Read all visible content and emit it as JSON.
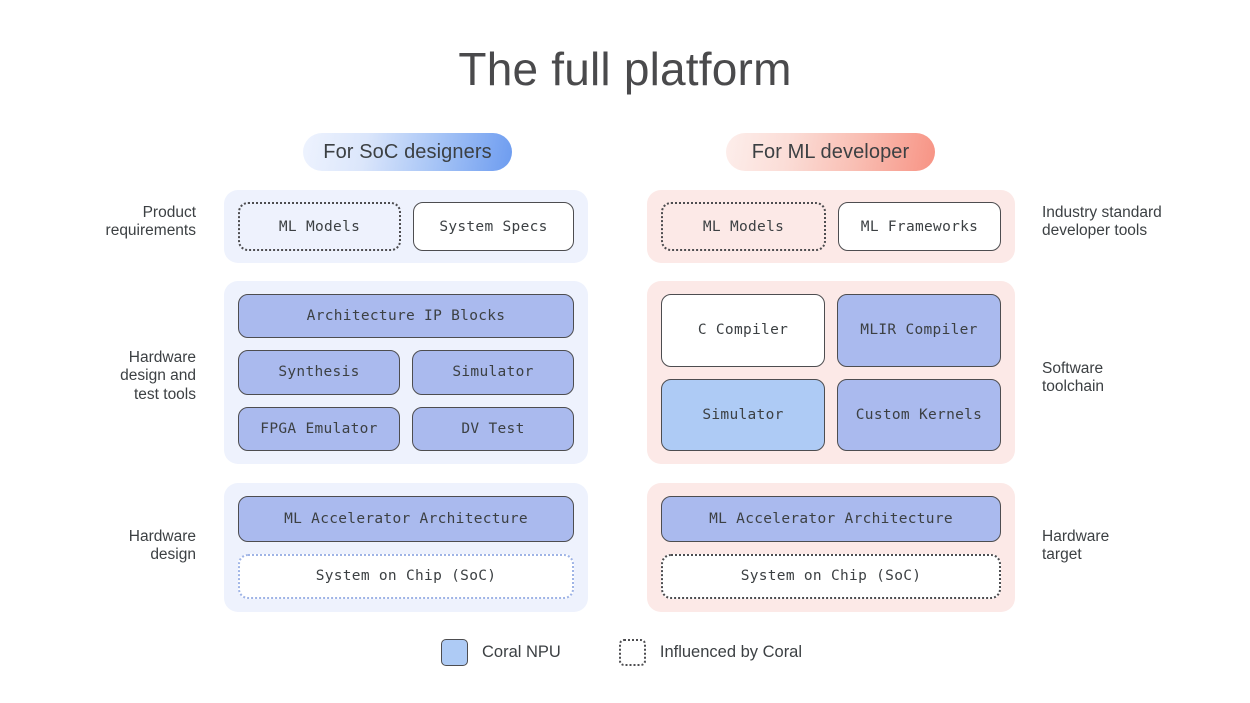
{
  "title": "The full platform",
  "columns": {
    "left": {
      "pill": "For SoC designers",
      "labels": {
        "product": "Product\nrequirements",
        "hardware_tools": "Hardware\ndesign and\ntest tools",
        "hardware_design": "Hardware\ndesign"
      },
      "panels": [
        {
          "name": "product-requirements",
          "theme": "blue",
          "rows": [
            [
              {
                "label": "ML Models",
                "fill": "none",
                "border": "dotted"
              },
              {
                "label": "System Specs",
                "fill": "white",
                "border": "solid"
              }
            ]
          ]
        },
        {
          "name": "hardware-design-and-test-tools",
          "theme": "blue",
          "rows": [
            [
              {
                "label": "Architecture IP Blocks",
                "fill": "blue",
                "border": "solid"
              }
            ],
            [
              {
                "label": "Synthesis",
                "fill": "blue",
                "border": "solid"
              },
              {
                "label": "Simulator",
                "fill": "blue",
                "border": "solid"
              }
            ],
            [
              {
                "label": "FPGA Emulator",
                "fill": "blue",
                "border": "solid"
              },
              {
                "label": "DV Test",
                "fill": "blue",
                "border": "solid"
              }
            ]
          ]
        },
        {
          "name": "hardware-design",
          "theme": "blue",
          "rows": [
            [
              {
                "label": "ML Accelerator Architecture",
                "fill": "blue",
                "border": "solid"
              }
            ],
            [
              {
                "label": "System on Chip (SoC)",
                "fill": "white",
                "border": "dotted-blue"
              }
            ]
          ]
        }
      ]
    },
    "right": {
      "pill": "For ML developer",
      "labels": {
        "industry": "Industry standard\ndeveloper tools",
        "software": "Software\ntoolchain",
        "hardware_target": "Hardware\ntarget"
      },
      "panels": [
        {
          "name": "industry-standard-developer-tools",
          "theme": "pink",
          "rows": [
            [
              {
                "label": "ML Models",
                "fill": "none",
                "border": "dotted"
              },
              {
                "label": "ML Frameworks",
                "fill": "white",
                "border": "solid"
              }
            ]
          ]
        },
        {
          "name": "software-toolchain",
          "theme": "pink",
          "rows": [
            [
              {
                "label": "C Compiler",
                "fill": "white",
                "border": "solid"
              },
              {
                "label": "MLIR Compiler",
                "fill": "blue",
                "border": "solid"
              }
            ],
            [
              {
                "label": "Simulator",
                "fill": "light-blue",
                "border": "solid"
              },
              {
                "label": "Custom Kernels",
                "fill": "blue",
                "border": "solid"
              }
            ]
          ]
        },
        {
          "name": "hardware-target",
          "theme": "pink",
          "rows": [
            [
              {
                "label": "ML Accelerator Architecture",
                "fill": "blue",
                "border": "solid"
              }
            ],
            [
              {
                "label": "System on Chip (SoC)",
                "fill": "white",
                "border": "dotted"
              }
            ]
          ]
        }
      ]
    }
  },
  "legend": [
    {
      "label": "Coral NPU",
      "swatch": "solid-blue"
    },
    {
      "label": "Influenced by Coral",
      "swatch": "dotted-outline"
    }
  ],
  "colors": {
    "panel_blue": "#eef2fd",
    "panel_pink": "#fce9e7",
    "node_blue": "#aabaee",
    "node_light_blue": "#aecbf5",
    "border_dark": "#4d4d50",
    "border_blue_dotted": "#9fb4e6",
    "text": "#3c4043",
    "background": "#ffffff"
  }
}
